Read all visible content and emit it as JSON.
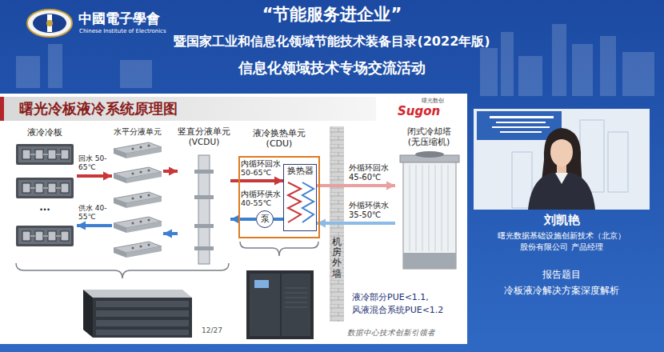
{
  "diagram": {
    "title": "曙光冷板液冷系统原理图",
    "nodes": [
      {
        "text": [
          "液冷冷板",
          "..."
        ]
      },
      {
        "text": [
          "水平分液单元"
        ]
      },
      {
        "text": [
          "竖直分液单元 (VCDU)"
        ]
      },
      {
        "text": [
          "液冷换热单元 (CDU)"
        ]
      },
      {
        "text": [
          "换热器"
        ],
        "in": 3
      },
      {
        "text": [
          "泵"
        ],
        "in": 3
      },
      {
        "text": [
          "机房外墙"
        ]
      },
      {
        "text": [
          "闭式冷却塔 (无压缩机)"
        ]
      }
    ],
    "edges": [
      {
        "from": 0,
        "to": 1,
        "arrow": "to",
        "label": "回水 50-65℃"
      },
      {
        "from": 1,
        "to": 0,
        "arrow": "to",
        "label": "供水 40-55℃"
      },
      {
        "from": 1,
        "to": 2,
        "arrow": "to"
      },
      {
        "from": 2,
        "to": 1,
        "arrow": "to"
      },
      {
        "from": 2,
        "to": 4,
        "arrow": "to",
        "label": "内循环回水 50-65℃"
      },
      {
        "from": 4,
        "to": 5,
        "arrow": "none"
      },
      {
        "from": 5,
        "to": 2,
        "arrow": "to",
        "label": "内循环供水 40-55℃"
      },
      {
        "from": 4,
        "to": 7,
        "arrow": "to",
        "label": "外循环回水 45-60℃"
      },
      {
        "from": 7,
        "to": 4,
        "arrow": "to",
        "label": "外循环供水 35-50℃"
      }
    ],
    "labels": [
      "中國電子學會",
      "Chinese Institute of Electronics",
      "“节能服务进企业”",
      "暨国家工业和信息化领域节能技术装备目录(2022年版)",
      "信息化领域技术专场交流活动",
      "Sugon",
      "曙光数创",
      "液冷部分PUE<1.1,",
      "风液混合系统PUE<1.2",
      "12/27",
      "数据中心技术创新引领者",
      "刘凯艳",
      "曙光数据基础设施创新技术（北京）",
      "股份有限公司 产品经理",
      "报告题目",
      "冷板液冷解决方案深度解析"
    ]
  }
}
